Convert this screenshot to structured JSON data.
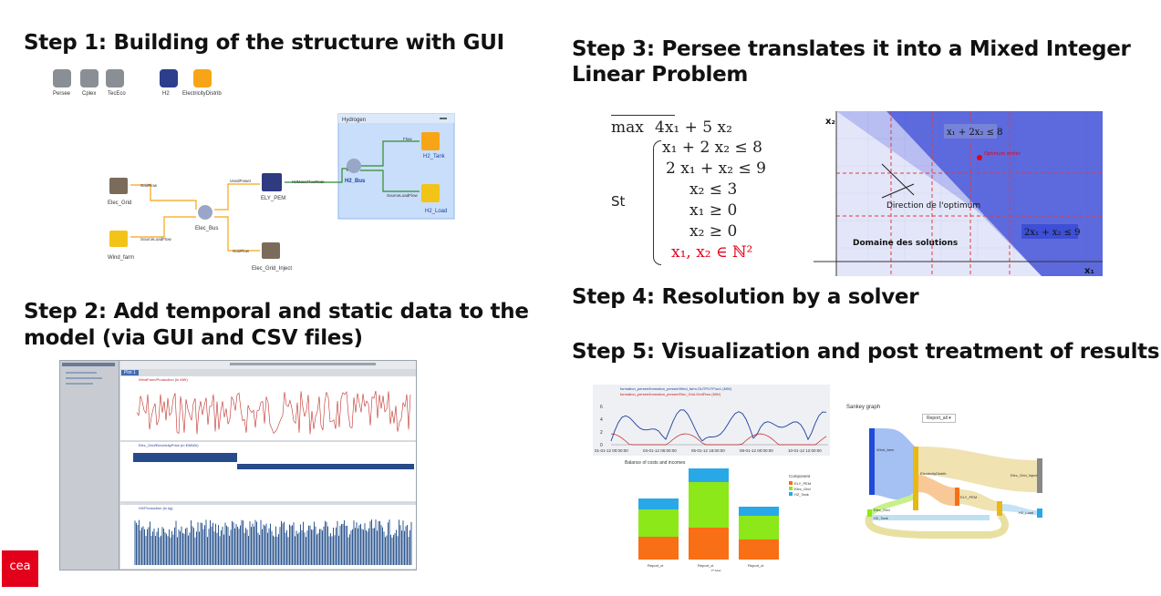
{
  "headings": {
    "step1": "Step 1: Building of the structure with GUI",
    "step2_line1": "Step 2: Add temporal and static data to the",
    "step2_line2": "model (via GUI and CSV files)",
    "step3_line1": "Step 3: Persee translates it into a Mixed Integer",
    "step3_line2": "Linear Problem",
    "step4": "Step 4: Resolution by a solver",
    "step5": "Step 5: Visualization and post treatment of results"
  },
  "step1": {
    "tools": [
      "Persee",
      "Cplex",
      "TecEco",
      "H2",
      "ElectricityDistrib"
    ],
    "nodes": {
      "elec_grid": "Elec_Grid",
      "wind_farm": "Wind_farm",
      "elec_bus": "Elec_Bus",
      "ely_pem": "ELY_PEM",
      "h2_bus": "H2_Bus",
      "h2_tank": "H2_Tank",
      "h2_load": "H2_Load",
      "elec_grid_inject": "Elec_Grid_Inject",
      "hydrogen_group": "Hydrogen"
    },
    "flows": {
      "grid_flow_in": "GridFlow",
      "source_load_flow": "SourceLoadFlow",
      "used_power": "UsedPower",
      "h2_mass_flow": "H2MassFlowRate",
      "flow": "Flow",
      "source_load_flow_h2": "SourceLoadFlow",
      "grid_flow_out": "GridFlow"
    }
  },
  "step2": {
    "panels": [
      "WindFarm/Production (in MW)",
      "Elec_Grid/ElectricityPrice (in €/MWh)",
      "H2/Production (in kg)"
    ],
    "tab": "Plot 1"
  },
  "step3": {
    "objective_prefix": "max",
    "objective": "4x₁ + 5 x₂",
    "st_label": "St",
    "constraints": [
      "x₁ + 2 x₂ ≤ 8",
      "2 x₁ + x₂ ≤ 9",
      "x₂ ≤ 3",
      "x₁ ≥ 0",
      "x₂ ≥ 0"
    ],
    "integrality": "x₁, x₂ ∈ ℕ²",
    "plot": {
      "axis_x": "x₁",
      "axis_y": "x₂",
      "label_c1": "x₁ + 2x₂ ≤ 8",
      "label_c2": "2x₁ + x₂ ≤ 9",
      "direction": "Direction de l'optimum",
      "domain": "Domaine des solutions",
      "optimum": "Optimum entier"
    }
  },
  "step5": {
    "line_title_1": "formation_persee/formation_persee/Wind_farm.OUTPUTFlux1 (MW)",
    "line_title_2": "formation_persee/formation_persee/Elec_Grid.GridFlow (MW)",
    "x_ticks": [
      "01-01-12 00:00:00",
      "03-01-12 06:00:00",
      "05-01-12 18:00:00",
      "08-01-12 00:00:00",
      "10-01-12 12:00:00"
    ],
    "y_ticks": [
      "0",
      "2",
      "4",
      "6"
    ],
    "bar_title": "Balance of costs and incomes",
    "bar_legend_title": "Component",
    "bar_legend": [
      "ELY_PEM",
      "Elec_Grid",
      "H2_Tank"
    ],
    "bar_cats": [
      "Report_ct",
      "Report_ct",
      "Report_ct"
    ],
    "bar_xlabel": "Case",
    "sankey_title": "Sankey graph",
    "sankey_select": "Report_all",
    "sankey_nodes": [
      "Wind_farm",
      "ElectricityDistrib",
      "Elec_Grid_Inject",
      "ELY_PEM",
      "Elec_Grid",
      "H2_Tank",
      "H2_Load"
    ]
  },
  "logo": {
    "text": "cea"
  },
  "colors": {
    "orange": "#f7a516",
    "green": "#4aa832",
    "blue_panel": "#c9defa",
    "sankey_blue": "#1f4bd8",
    "bar_orange": "#f86f15",
    "bar_green": "#8ce819",
    "bar_blue": "#29a8e8",
    "red": "#e3001b"
  }
}
